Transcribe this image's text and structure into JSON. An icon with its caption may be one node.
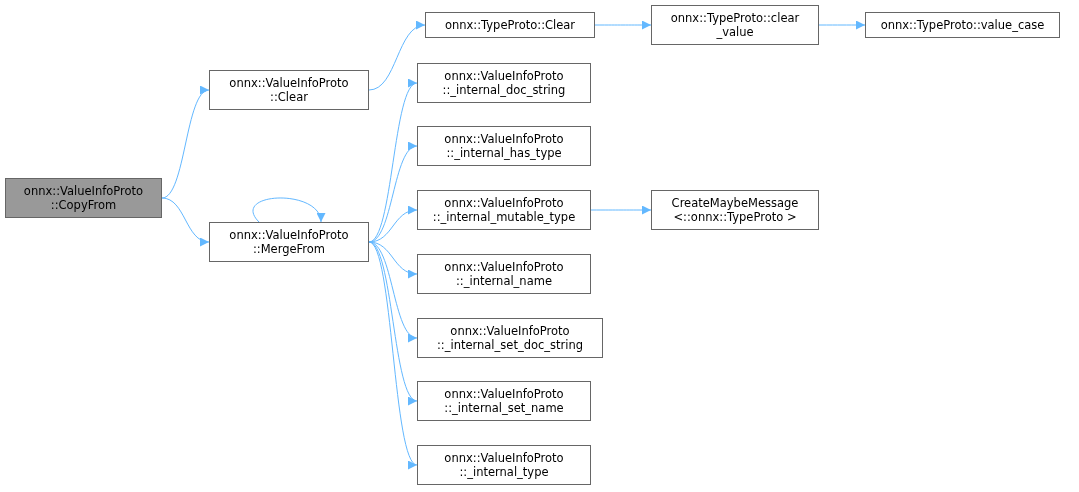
{
  "diagram": {
    "nodes": [
      {
        "text": [
          "onnx::ValueInfoProto ::CopyFrom"
        ]
      },
      {
        "text": [
          "onnx::ValueInfoProto ::Clear"
        ]
      },
      {
        "text": [
          "onnx::ValueInfoProto ::MergeFrom"
        ]
      },
      {
        "text": [
          "onnx::TypeProto::Clear"
        ]
      },
      {
        "text": [
          "onnx::TypeProto::clear _value"
        ]
      },
      {
        "text": [
          "onnx::TypeProto::value_case"
        ]
      },
      {
        "text": [
          "onnx::ValueInfoProto ::_internal_doc_string"
        ]
      },
      {
        "text": [
          "onnx::ValueInfoProto ::_internal_has_type"
        ]
      },
      {
        "text": [
          "onnx::ValueInfoProto ::_internal_mutable_type"
        ]
      },
      {
        "text": [
          "CreateMaybeMessage <::onnx::TypeProto >"
        ]
      },
      {
        "text": [
          "onnx::ValueInfoProto ::_internal_name"
        ]
      },
      {
        "text": [
          "onnx::ValueInfoProto ::_internal_set_doc_string"
        ]
      },
      {
        "text": [
          "onnx::ValueInfoProto ::_internal_set_name"
        ]
      },
      {
        "text": [
          "onnx::ValueInfoProto ::_internal_type"
        ]
      }
    ],
    "edges": [
      {
        "from": 0,
        "to": 1,
        "arrow": "to"
      },
      {
        "from": 0,
        "to": 2,
        "arrow": "to"
      },
      {
        "from": 1,
        "to": 3,
        "arrow": "to"
      },
      {
        "from": 3,
        "to": 4,
        "arrow": "to"
      },
      {
        "from": 4,
        "to": 5,
        "arrow": "to"
      },
      {
        "from": 2,
        "to": 2,
        "arrow": "to"
      },
      {
        "from": 2,
        "to": 6,
        "arrow": "to"
      },
      {
        "from": 2,
        "to": 7,
        "arrow": "to"
      },
      {
        "from": 2,
        "to": 8,
        "arrow": "to"
      },
      {
        "from": 2,
        "to": 10,
        "arrow": "to"
      },
      {
        "from": 2,
        "to": 11,
        "arrow": "to"
      },
      {
        "from": 2,
        "to": 12,
        "arrow": "to"
      },
      {
        "from": 2,
        "to": 13,
        "arrow": "to"
      },
      {
        "from": 8,
        "to": 9,
        "arrow": "to"
      }
    ]
  }
}
